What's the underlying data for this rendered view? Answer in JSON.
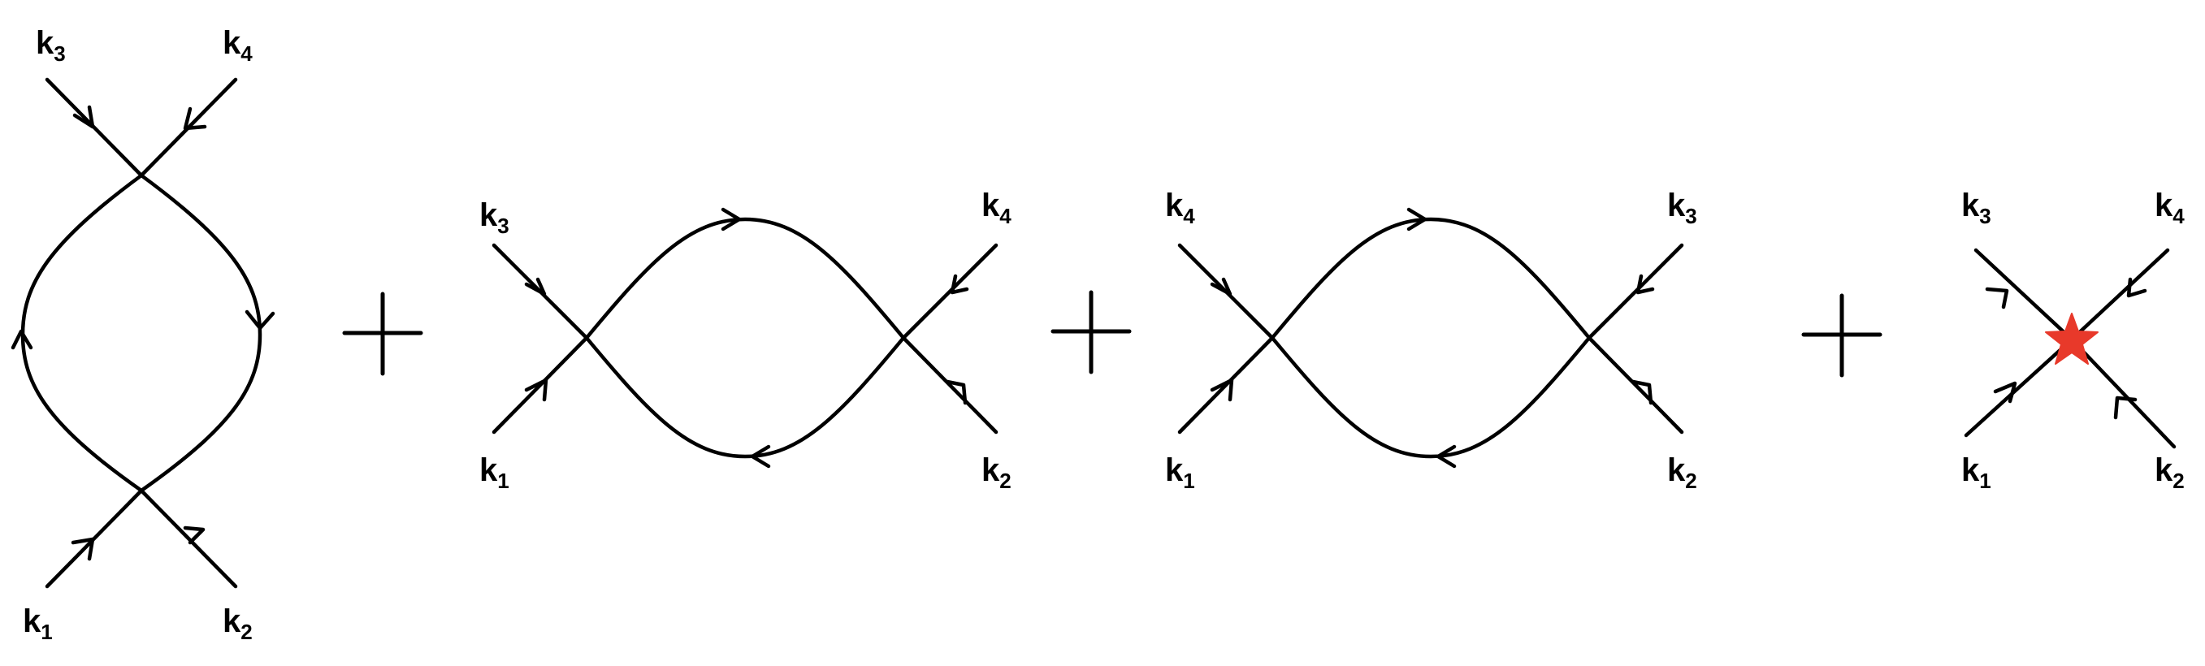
{
  "colors": {
    "ink": "#000000",
    "counterterm_star": "#E8392A"
  },
  "diagrams": [
    {
      "name": "vertical-loop",
      "labels": [
        {
          "base": "k",
          "sub": "3"
        },
        {
          "base": "k",
          "sub": "4"
        },
        {
          "base": "k",
          "sub": "1"
        },
        {
          "base": "k",
          "sub": "2"
        }
      ]
    },
    {
      "name": "horizontal-loop-a",
      "labels": [
        {
          "base": "k",
          "sub": "3"
        },
        {
          "base": "k",
          "sub": "4"
        },
        {
          "base": "k",
          "sub": "1"
        },
        {
          "base": "k",
          "sub": "2"
        }
      ]
    },
    {
      "name": "horizontal-loop-b",
      "labels": [
        {
          "base": "k",
          "sub": "4"
        },
        {
          "base": "k",
          "sub": "3"
        },
        {
          "base": "k",
          "sub": "1"
        },
        {
          "base": "k",
          "sub": "2"
        }
      ]
    },
    {
      "name": "counterterm-vertex",
      "icon": "star-icon",
      "labels": [
        {
          "base": "k",
          "sub": "3"
        },
        {
          "base": "k",
          "sub": "4"
        },
        {
          "base": "k",
          "sub": "1"
        },
        {
          "base": "k",
          "sub": "2"
        }
      ]
    }
  ]
}
